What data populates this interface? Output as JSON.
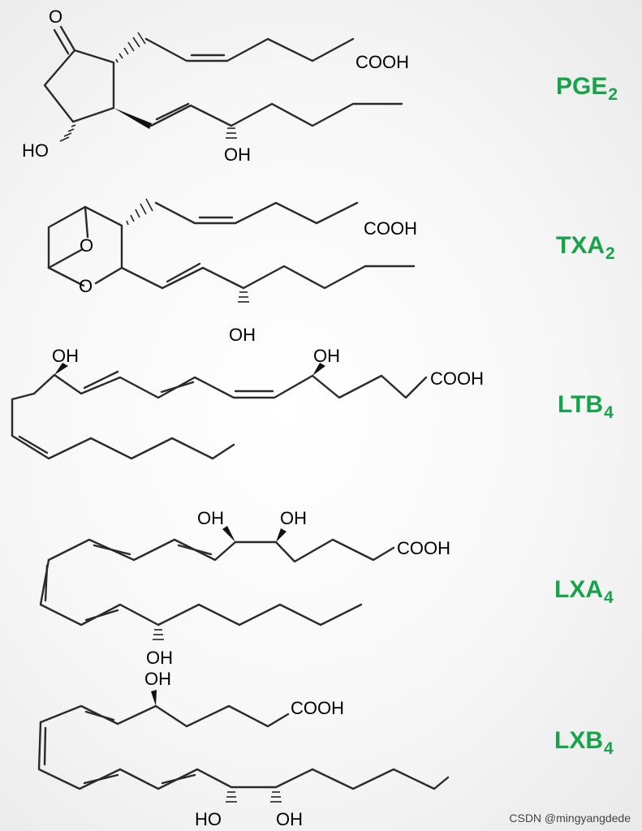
{
  "molecules": [
    {
      "id": "pge2",
      "label": "PGE",
      "subscript": "2"
    },
    {
      "id": "txa2",
      "label": "TXA",
      "subscript": "2"
    },
    {
      "id": "ltb4",
      "label": "LTB",
      "subscript": "4"
    },
    {
      "id": "lxa4",
      "label": "LXA",
      "subscript": "4"
    },
    {
      "id": "lxb4",
      "label": "LXB",
      "subscript": "4"
    }
  ],
  "atom_labels": {
    "carboxyl": "COOH",
    "hydroxyl": "OH",
    "hydroxyl_left": "HO",
    "oxygen": "O"
  },
  "watermark": "CSDN @mingyangdede",
  "colors": {
    "label": "#17a34a",
    "bond": "#2a2a2a",
    "background": "#f4f4f4"
  }
}
